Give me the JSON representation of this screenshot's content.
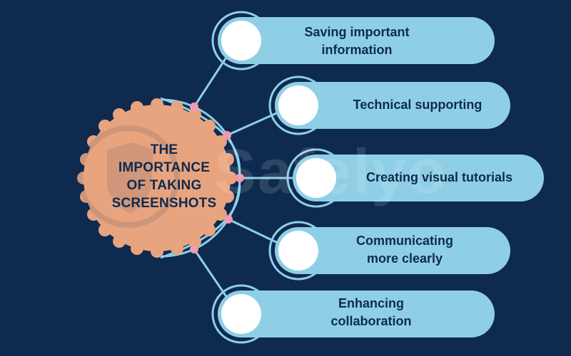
{
  "center": {
    "title_lines": [
      "THE",
      "IMPORTANCE",
      "OF TAKING",
      "SCREENSHOTS"
    ]
  },
  "items": [
    {
      "lines": [
        "Saving important",
        "information"
      ]
    },
    {
      "lines": [
        "Technical supporting"
      ]
    },
    {
      "lines": [
        "Creating visual tutorials"
      ]
    },
    {
      "lines": [
        "Communicating",
        "more clearly"
      ]
    },
    {
      "lines": [
        "Enhancing",
        "collaboration"
      ]
    }
  ],
  "watermark": {
    "text": "Safelyo"
  },
  "colors": {
    "background": "#0e2a4f",
    "pill": "#8ecfe6",
    "center_badge": "#e8a47f",
    "connector": "#8ecfe6",
    "node_dot": "#f29ab0",
    "icon_circle": "#ffffff"
  }
}
